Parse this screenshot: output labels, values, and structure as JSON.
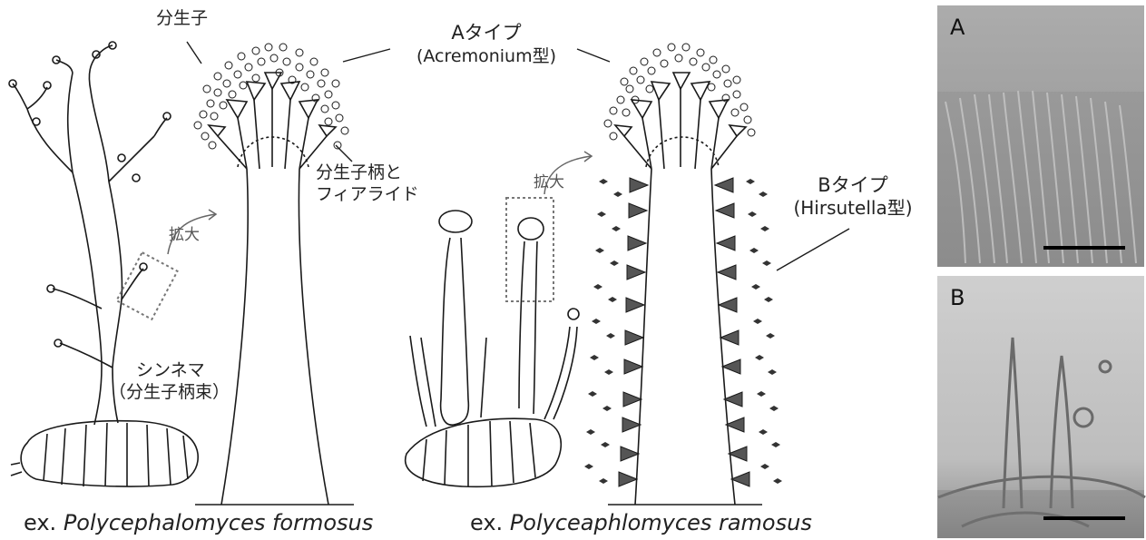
{
  "labels": {
    "conidia": "分生子",
    "type_a_title": "Aタイプ",
    "type_a_sub": "(Acremonium型)",
    "phialide_1": "分生子柄と",
    "phialide_2": "フィアライド",
    "type_b_title": "Bタイプ",
    "type_b_sub": "(Hirsutella型)",
    "enlarge_1": "拡大",
    "enlarge_2": "拡大",
    "synnema_1": "シンネマ",
    "synnema_2": "（分生子柄束）"
  },
  "captions": {
    "left_prefix": "ex. ",
    "left_species": "Polycephalomyces formosus",
    "right_prefix": "ex. ",
    "right_species": "Polyceaphlomyces ramosus"
  },
  "photos": {
    "a_letter": "A",
    "b_letter": "B"
  },
  "colors": {
    "line": "#1a1a1a",
    "phialide_fill": "#555555",
    "dotted_box": "#777777",
    "photo_a_bg": "#9b9b9b",
    "photo_b_bg": "#c4c4c4"
  }
}
